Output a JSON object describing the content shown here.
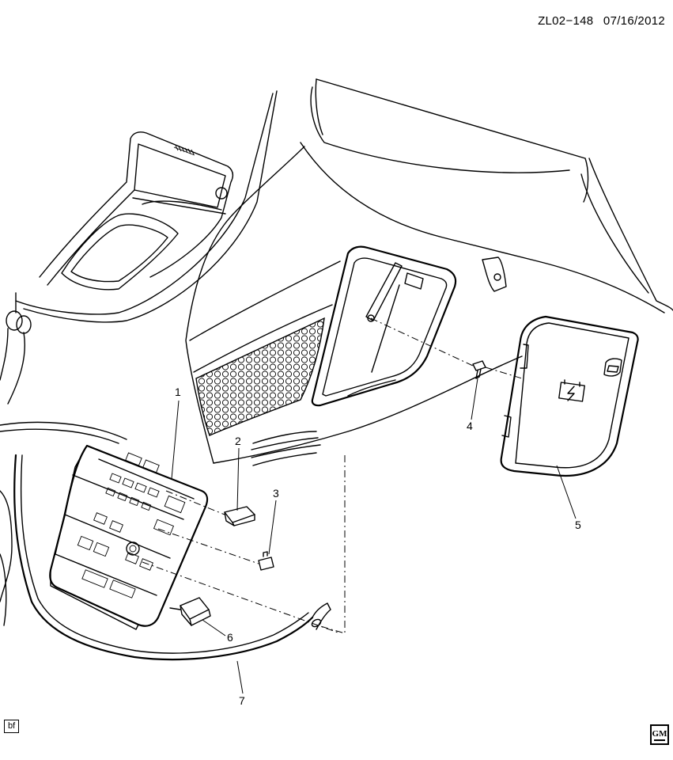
{
  "header": {
    "diagram_id": "ZL02−148",
    "date": "07/16/2012"
  },
  "footer": {
    "tag": "bf",
    "logo": "GM"
  },
  "callouts": [
    {
      "label": "1",
      "part": "fuse-block"
    },
    {
      "label": "2",
      "part": "relay"
    },
    {
      "label": "3",
      "part": "fuse"
    },
    {
      "label": "4",
      "part": "screw"
    },
    {
      "label": "5",
      "part": "access-cover"
    },
    {
      "label": "6",
      "part": "relay"
    },
    {
      "label": "7",
      "part": "harness"
    }
  ]
}
